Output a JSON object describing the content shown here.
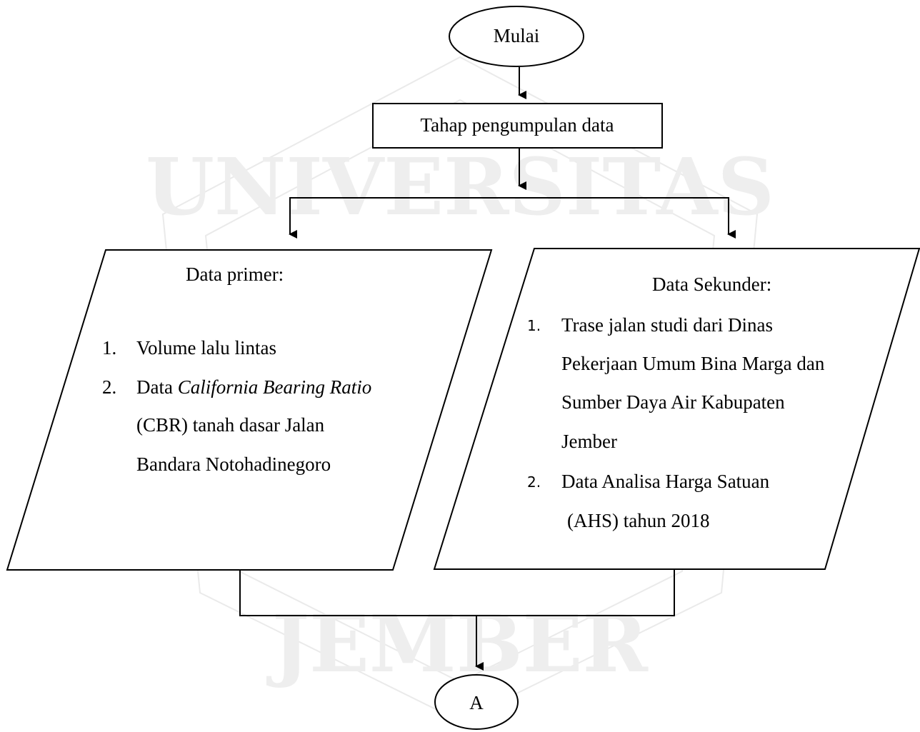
{
  "watermark": {
    "top_text": "UNIVERSITAS",
    "bottom_text": "JEMBER"
  },
  "nodes": {
    "start": {
      "label": "Mulai"
    },
    "collect": {
      "label": "Tahap pengumpulan data"
    },
    "primary": {
      "title": "Data primer:",
      "item1_num": "1.",
      "item1": "Volume lalu lintas",
      "item2_num": "2.",
      "item2_prefix": "Data ",
      "item2_italic": "California Bearing Ratio",
      "item2_line2": "(CBR) tanah dasar Jalan",
      "item2_line3": "Bandara Notohadinegoro"
    },
    "secondary": {
      "title": "Data Sekunder:",
      "item1_num": "1.",
      "item1_line1": "Trase jalan studi dari Dinas",
      "item1_line2": "Pekerjaan Umum Bina Marga dan",
      "item1_line3": "Sumber Daya Air Kabupaten",
      "item1_line4": "Jember",
      "item2_num": "2.",
      "item2_line1": "Data Analisa Harga Satuan",
      "item2_line2": "(AHS) tahun 2018"
    },
    "connector": {
      "label": "A"
    }
  }
}
